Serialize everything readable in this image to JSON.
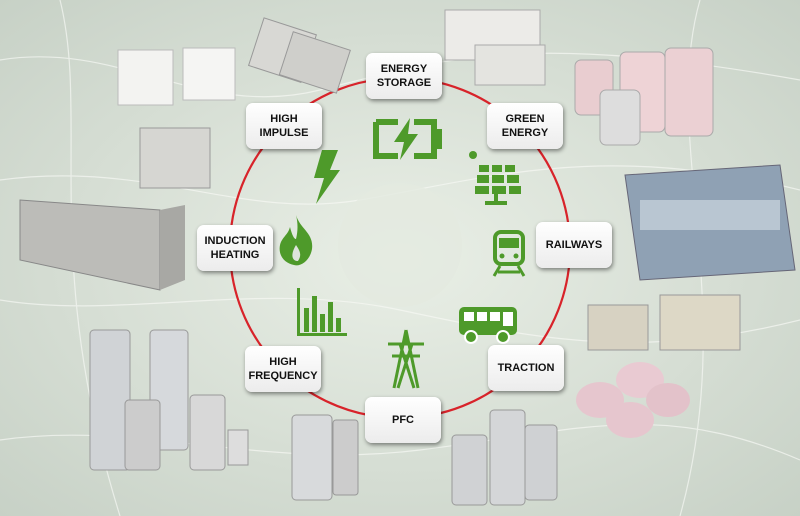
{
  "colors": {
    "ring": "#d8232a",
    "icon": "#4e9a2a",
    "background": "#dde4db"
  },
  "applications": [
    {
      "id": "energy-storage",
      "label": "ENERGY\nSTORAGE",
      "icon": "battery-charging-icon"
    },
    {
      "id": "green-energy",
      "label": "GREEN\nENERGY",
      "icon": "solar-panel-icon"
    },
    {
      "id": "railways",
      "label": "RAILWAYS",
      "icon": "train-icon"
    },
    {
      "id": "traction",
      "label": "TRACTION",
      "icon": "bus-icon"
    },
    {
      "id": "pfc",
      "label": "PFC",
      "icon": "power-tower-icon"
    },
    {
      "id": "high-frequency",
      "label": "HIGH\nFREQUENCY",
      "icon": "bar-chart-icon"
    },
    {
      "id": "induction-heating",
      "label": "INDUCTION\nHEATING",
      "icon": "flame-icon"
    },
    {
      "id": "high-impulse",
      "label": "HIGH\nIMPULSE",
      "icon": "lightning-icon"
    }
  ]
}
